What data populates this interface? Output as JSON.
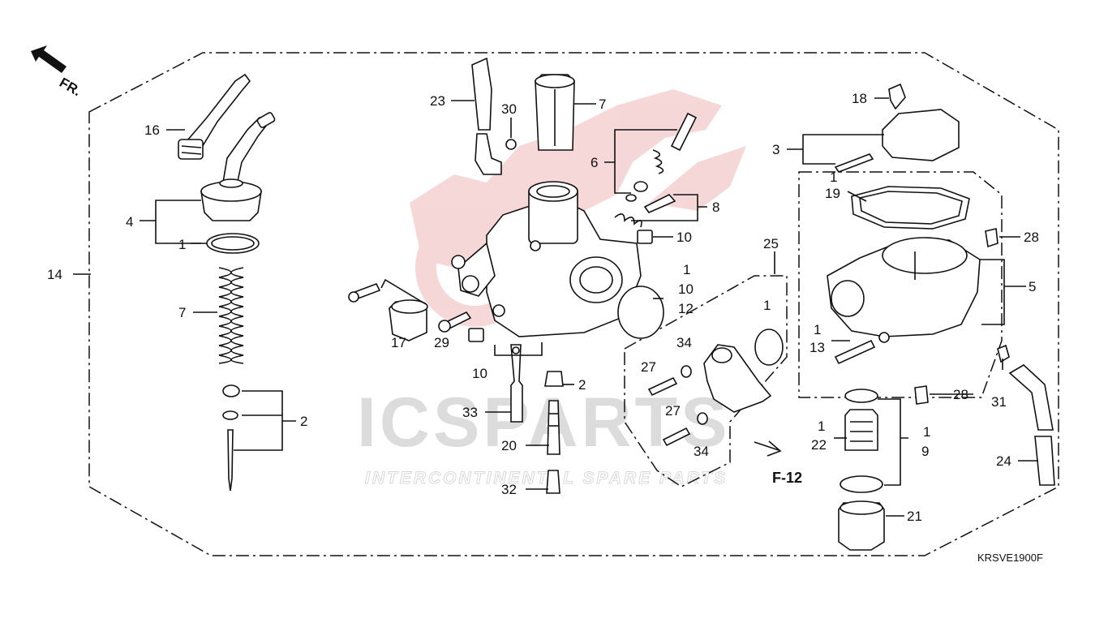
{
  "diagram": {
    "code": "KRSVE1900F",
    "front_marker": "FR.",
    "reference": "F-12",
    "watermark": {
      "brand": "ICSPARTS",
      "tagline": "INTERCONTINENTAL SPARE PARTS"
    },
    "callouts": [
      "14",
      "16",
      "4",
      "1",
      "7",
      "2",
      "23",
      "30",
      "7",
      "6",
      "8",
      "10",
      "17",
      "29",
      "10",
      "1",
      "10",
      "12",
      "25",
      "33",
      "2",
      "20",
      "32",
      "27",
      "34",
      "27",
      "34",
      "1",
      "18",
      "3",
      "1",
      "19",
      "28",
      "5",
      "1",
      "13",
      "28",
      "31",
      "1",
      "22",
      "1",
      "9",
      "24",
      "21"
    ]
  },
  "colors": {
    "line": "#111111",
    "watermark_red": "#e8a0a0",
    "watermark_gray": "#dcdcdc"
  }
}
